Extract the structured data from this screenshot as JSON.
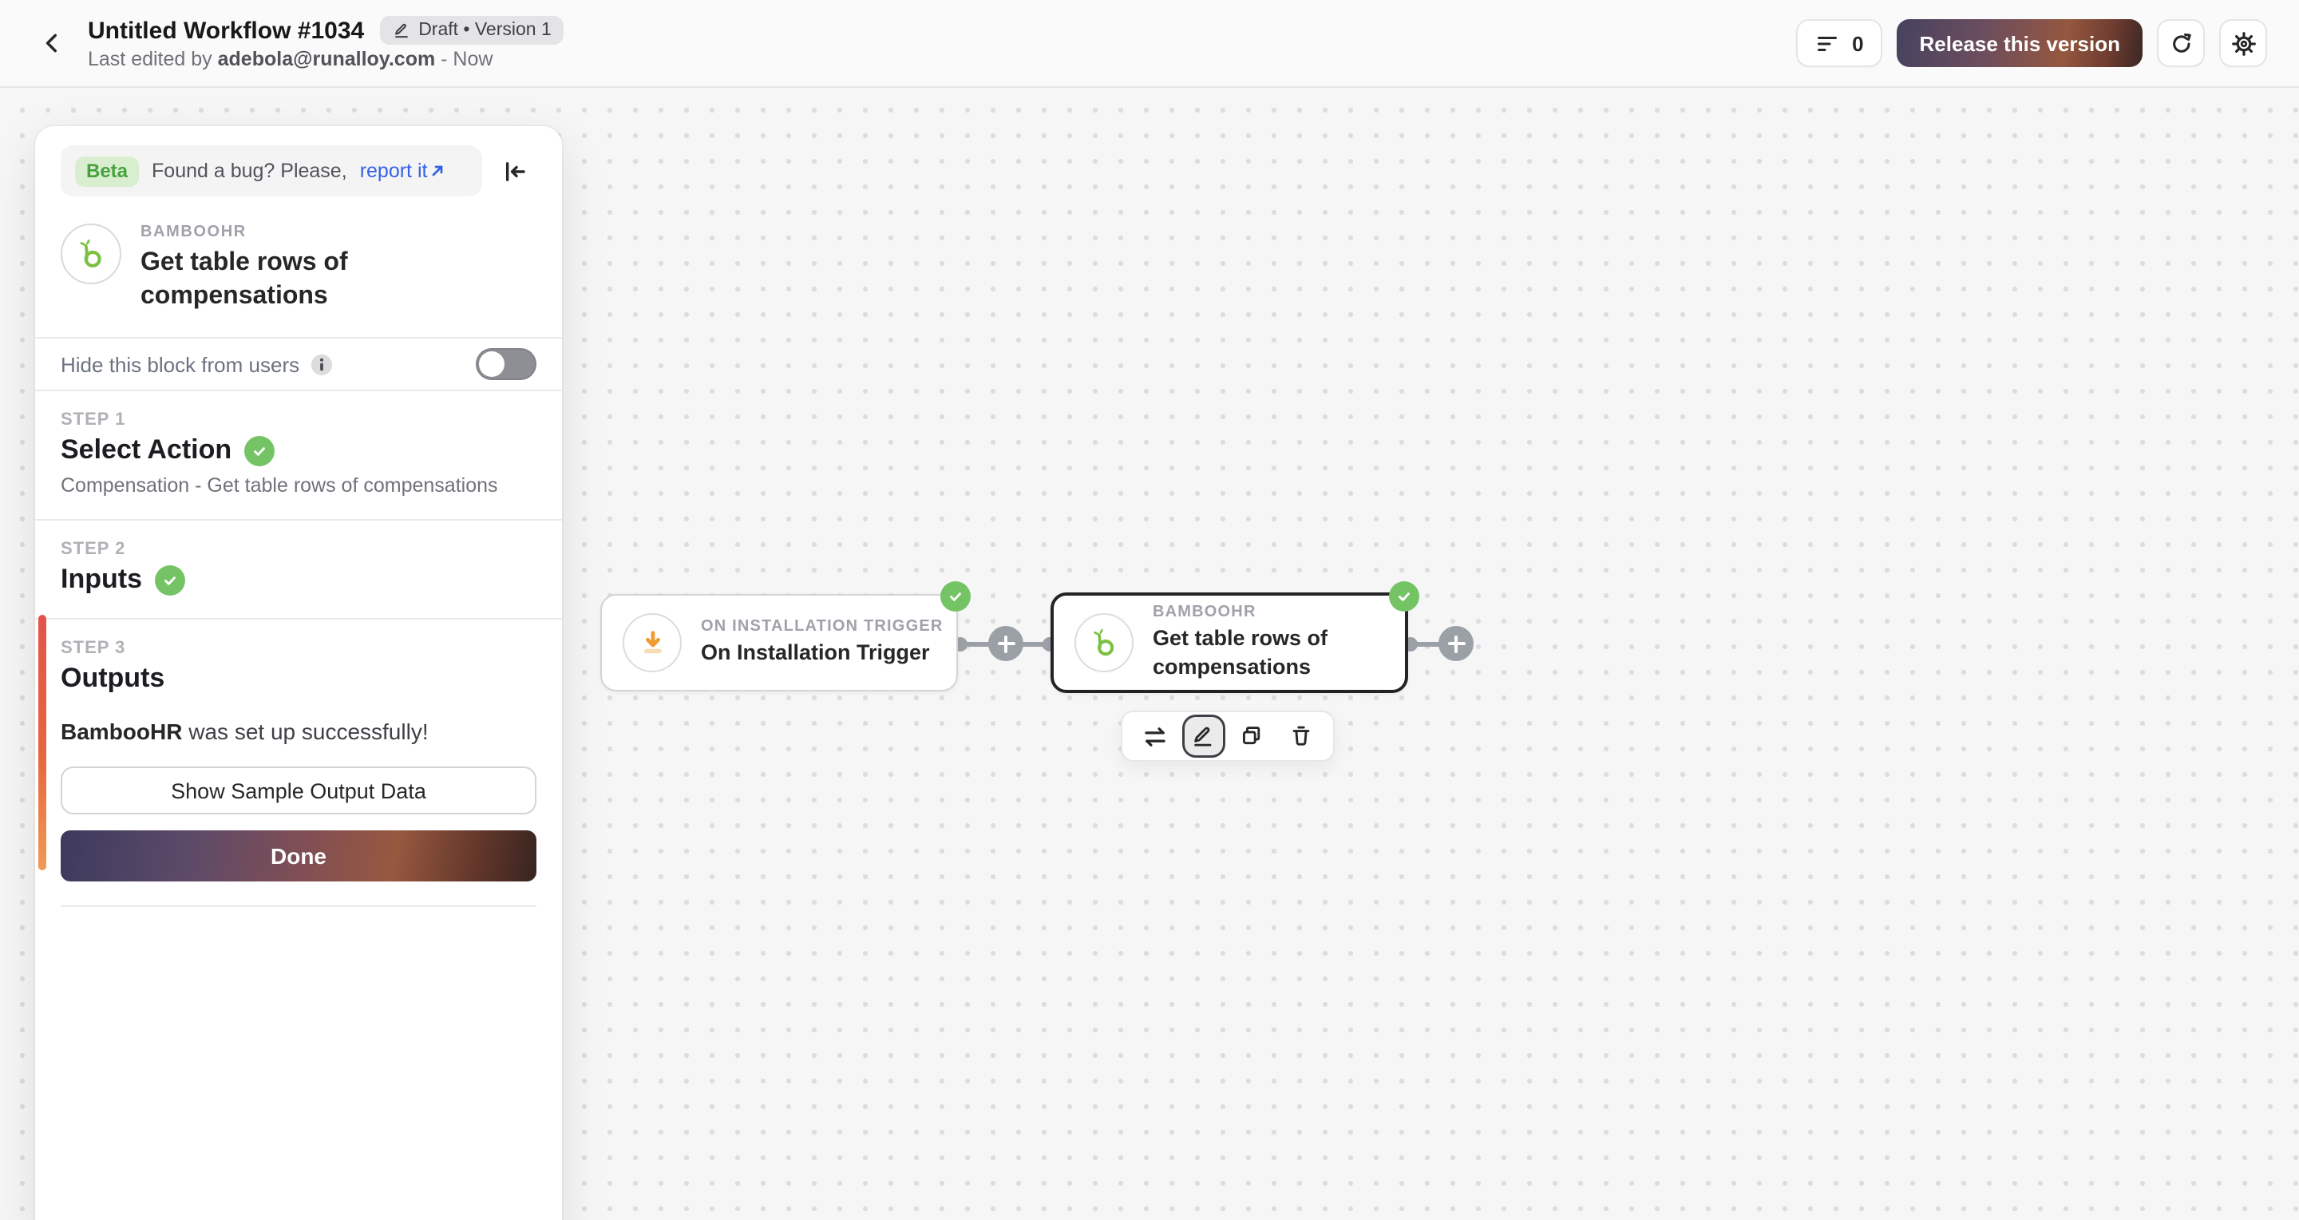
{
  "header": {
    "title": "Untitled Workflow #1034",
    "badge": "Draft • Version 1",
    "last_edited_prefix": "Last edited by ",
    "last_edited_email": "adebola@runalloy.com",
    "last_edited_suffix": " - Now",
    "runs_count": "0",
    "release_button": "Release this version"
  },
  "panel": {
    "beta": {
      "badge": "Beta",
      "message": "Found a bug? Please,",
      "link": "report it"
    },
    "app": {
      "vendor": "BAMBOOHR",
      "title": "Get table rows of compensations"
    },
    "hide_toggle": {
      "label": "Hide this block from users",
      "state": "off"
    },
    "steps": [
      {
        "label": "STEP 1",
        "title": "Select Action",
        "status": "complete",
        "subtitle": "Compensation - Get table rows of compensations"
      },
      {
        "label": "STEP 2",
        "title": "Inputs",
        "status": "complete"
      },
      {
        "label": "STEP 3",
        "title": "Outputs",
        "status": "current"
      }
    ],
    "output": {
      "app_name": "BambooHR",
      "message": " was set up successfully!"
    },
    "actions": {
      "show_sample": "Show Sample Output Data",
      "done": "Done"
    }
  },
  "canvas": {
    "nodes": [
      {
        "category": "ON INSTALLATION TRIGGER",
        "title": "On Installation Trigger",
        "status": "complete",
        "selected": false
      },
      {
        "category": "BAMBOOHR",
        "title": "Get table rows of compensations",
        "status": "complete",
        "selected": true
      }
    ],
    "toolbar": {
      "tools": [
        "swap",
        "edit",
        "duplicate",
        "delete"
      ],
      "active_tool": "edit"
    }
  },
  "colors": {
    "success_green": "#74c465",
    "beta_badge_bg": "#d9eecf",
    "beta_badge_text": "#46a13e",
    "link_blue": "#3461e3",
    "error_bar_gradient": [
      "#e2544a",
      "#f09a55"
    ],
    "release_gradient": [
      "#46425f",
      "#6b4d5e",
      "#95573f",
      "#3a2724"
    ],
    "done_gradient": [
      "#3d3a5d",
      "#7f4e55",
      "#97583f",
      "#382420"
    ],
    "bamboohr_green": "#7ac143",
    "trigger_orange": "#ef9b33"
  }
}
